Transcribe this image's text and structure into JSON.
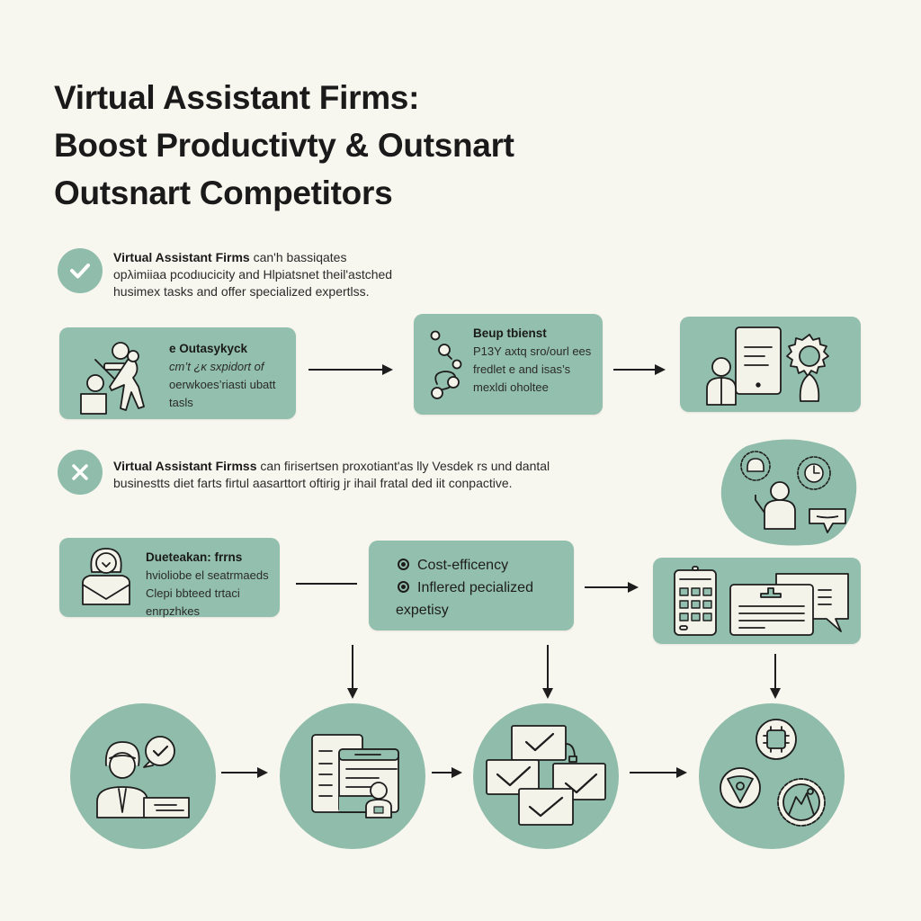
{
  "title": {
    "line1": "Virtual Assistant Firms:",
    "line2": "Boost Productivty & Outsnart",
    "line3": "Outsnart Competitors"
  },
  "colors": {
    "background": "#f8f7ef",
    "accent": "#93bfae",
    "ink": "#1d1d1d"
  },
  "statement_positive": {
    "icon": "check-icon",
    "bold": "Virtual Assistant Firms",
    "line1_rest": " can'h bassiqates",
    "line2": "opλimiiaa pcodιucicity and Hlpiatsnet theil'astched",
    "line3": "husimex tasks and offer specialized expertlss."
  },
  "statement_negative": {
    "icon": "close-icon",
    "bold": "Virtual Assistant Firmss",
    "line1_rest": " can firisertsen proxotiant'as lly Vesdek rs und dantal",
    "line2": "businestts diet farts firtul aasarttort oftirig jr ihail fratal ded iit conpactive."
  },
  "row1": {
    "card1": {
      "icon": "people-collaboration-icon",
      "heading": "e Outasykуck",
      "lines": [
        "cm’t ¿ĸ sxpidort of",
        "oerwkoes’riasti ubatt",
        "tasls"
      ]
    },
    "card2": {
      "icon": "workflow-nodes-icon",
      "heading": "Beup tbienst",
      "lines": [
        "P13Y axtq sro/ourl ees",
        "fredlet e and isas’s",
        "mexldi oholtee"
      ]
    },
    "card3": {
      "icon": "assistant-tablet-gear-icon"
    }
  },
  "row2": {
    "card1": {
      "icon": "assistant-avatar-icon",
      "heading": "Dueteakan: frrns",
      "lines": [
        "hvioliobe el seatrmaeds",
        "Clepi bbteed trtaci",
        "enrpzhkes"
      ]
    },
    "benefits": {
      "items": [
        "Cost-efficency",
        "Inflered pecialized"
      ],
      "continuation": "expetisy"
    },
    "card3": {
      "icon": "calendar-and-messages-icon"
    },
    "blob": {
      "icon": "person-with-gears-icon"
    }
  },
  "row3": {
    "circles": [
      {
        "icon": "assistant-approval-icon"
      },
      {
        "icon": "documents-and-profile-icon"
      },
      {
        "icon": "multiple-checked-tasks-icon"
      },
      {
        "icon": "growth-badges-icon"
      }
    ]
  }
}
